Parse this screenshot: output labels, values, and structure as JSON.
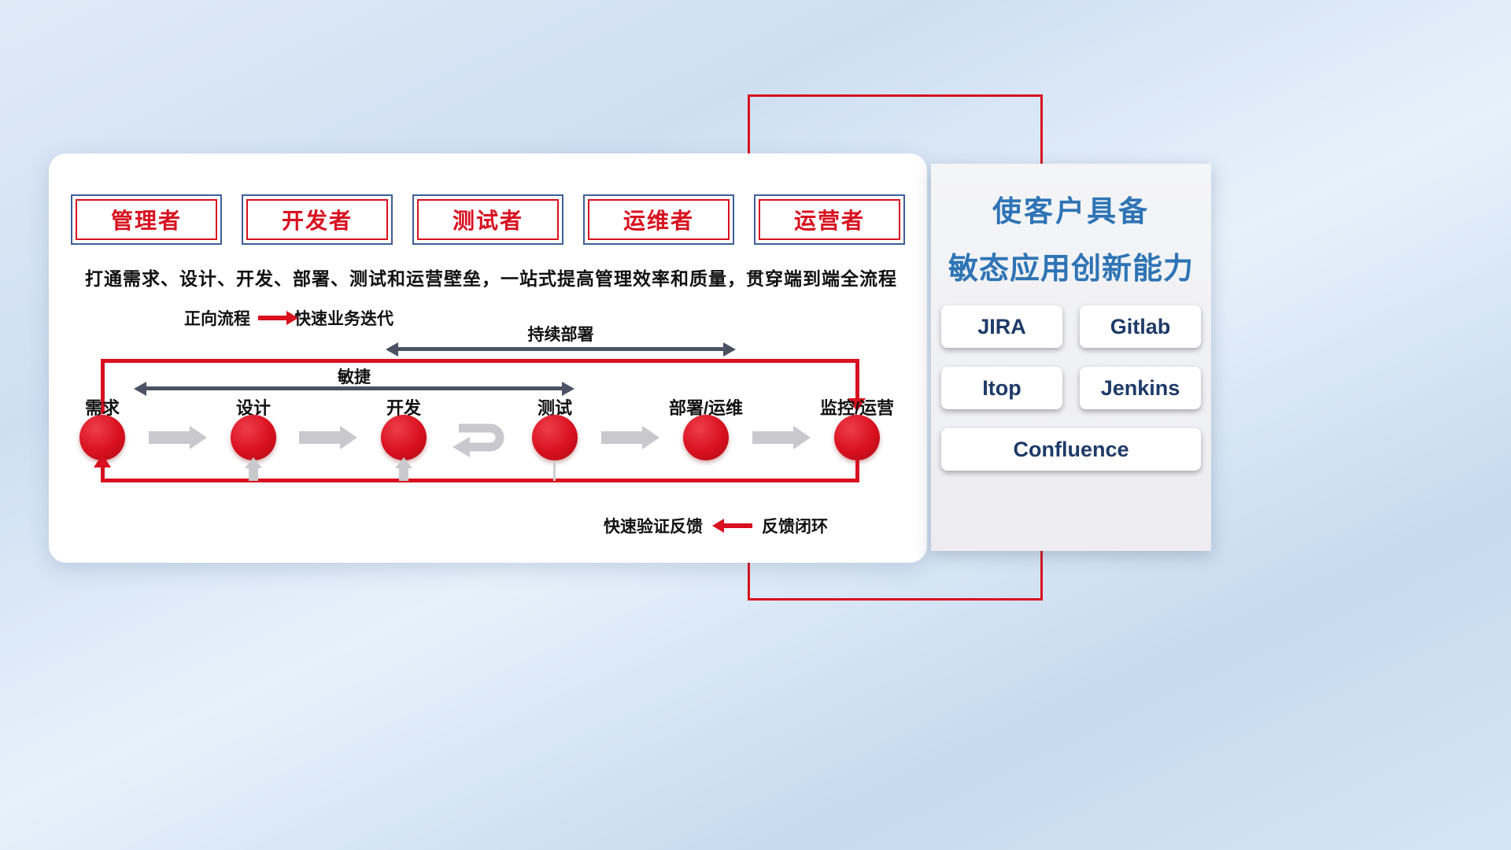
{
  "colors": {
    "accent_red": "#d8101f",
    "title_blue": "#2e74b5",
    "tool_navy": "#1e3a68",
    "arrow_gray": "#c9c9cd",
    "span_arrow_slate": "#4a5263"
  },
  "roles": [
    "管理者",
    "开发者",
    "测试者",
    "运维者",
    "运营者"
  ],
  "description": "打通需求、设计、开发、部署、测试和运营壁垒，一站式提高管理效率和质量，贯穿端到端全流程",
  "legend": {
    "forward_label": "正向流程",
    "forward_desc": "快速业务迭代",
    "feedback_desc": "快速验证反馈",
    "feedback_label": "反馈闭环"
  },
  "flow": {
    "continuous_deploy_label": "持续部署",
    "agile_label": "敏捷",
    "stages": [
      "需求",
      "设计",
      "开发",
      "测试",
      "部署/运维",
      "监控/运营"
    ]
  },
  "right_panel": {
    "title_line1": "使客户具备",
    "title_line2": "敏态应用创新能力",
    "tools": [
      "JIRA",
      "Gitlab",
      "Itop",
      "Jenkins",
      "Confluence"
    ]
  }
}
